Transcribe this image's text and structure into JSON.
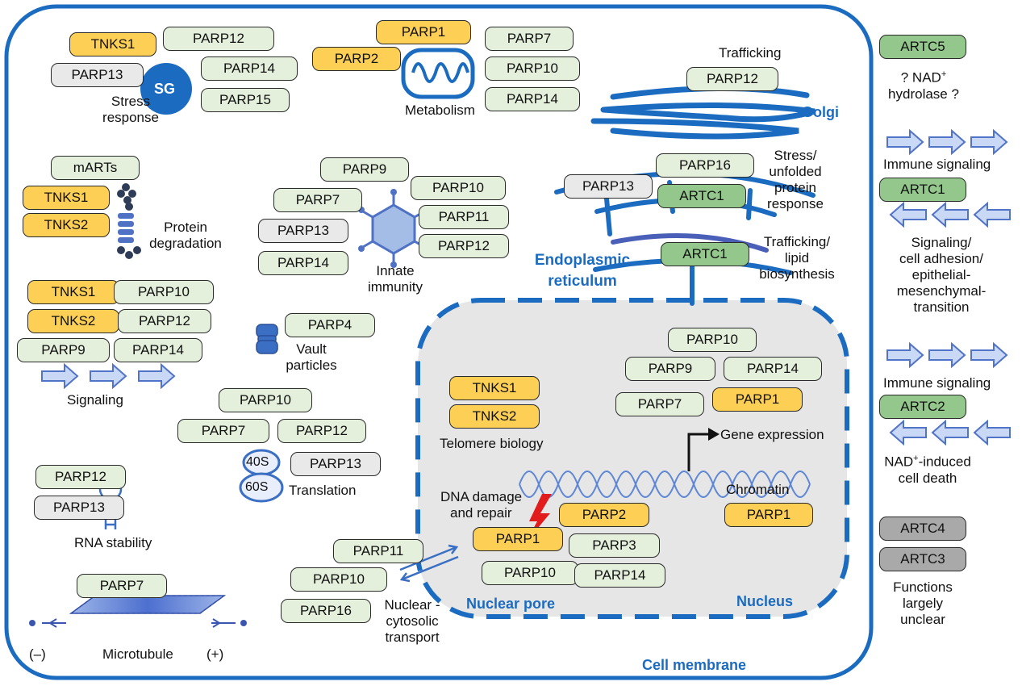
{
  "stress_granule": {
    "core": "SG",
    "caption": [
      "Stress",
      "response"
    ],
    "proteins": [
      "TNKS1",
      "PARP12",
      "PARP13",
      "PARP14",
      "PARP15"
    ]
  },
  "mitochondria": {
    "caption": "Metabolism",
    "proteins": [
      "PARP1",
      "PARP2",
      "PARP7",
      "PARP10",
      "PARP14"
    ]
  },
  "golgi": {
    "name": "Golgi",
    "caption": "Trafficking",
    "proteins": [
      "PARP12"
    ]
  },
  "er": {
    "name": [
      "Endoplasmic",
      "reticulum"
    ],
    "caption_stress": [
      "Stress/",
      "unfolded",
      "protein",
      "response"
    ],
    "caption_traffic": [
      "Trafficking/",
      "lipid",
      "biosynthesis"
    ],
    "proteins": [
      "PARP16",
      "PARP13",
      "ARTC1",
      "ARTC1"
    ]
  },
  "degradation": {
    "caption": [
      "Protein",
      "degradation"
    ],
    "proteins": [
      "mARTs",
      "TNKS1",
      "TNKS2"
    ]
  },
  "innate": {
    "caption": [
      "Innate",
      "immunity"
    ],
    "proteins": [
      "PARP9",
      "PARP7",
      "PARP10",
      "PARP11",
      "PARP13",
      "PARP12",
      "PARP14"
    ]
  },
  "signaling": {
    "caption": "Signaling",
    "proteins": [
      "TNKS1",
      "PARP10",
      "TNKS2",
      "PARP12",
      "PARP9",
      "PARP14"
    ]
  },
  "vault": {
    "caption": [
      "Vault",
      "particles"
    ],
    "proteins": [
      "PARP4"
    ]
  },
  "translation": {
    "caption": "Translation",
    "ribosome": [
      "40S",
      "60S"
    ],
    "proteins": [
      "PARP10",
      "PARP7",
      "PARP12",
      "PARP13"
    ]
  },
  "rna": {
    "caption": "RNA stability",
    "proteins": [
      "PARP12",
      "PARP13"
    ]
  },
  "microtubule": {
    "caption": "Microtubule",
    "minus": "(–)",
    "plus": "(+)",
    "proteins": [
      "PARP7"
    ]
  },
  "transport": {
    "caption": [
      "Nuclear -",
      "cytosolic",
      "transport"
    ],
    "pore": "Nuclear pore",
    "proteins": [
      "PARP11",
      "PARP10",
      "PARP16"
    ]
  },
  "nucleus": {
    "name": "Nucleus",
    "telomere": "Telomere biology",
    "telomere_proteins": [
      "TNKS1",
      "TNKS2"
    ],
    "gene": "Gene expression",
    "gene_proteins": [
      "PARP10",
      "PARP9",
      "PARP14",
      "PARP7",
      "PARP1"
    ],
    "chromatin": "Chromatin",
    "chromatin_proteins": [
      "PARP1"
    ],
    "dna": [
      "DNA damage",
      "and repair"
    ],
    "dna_proteins": [
      "PARP2",
      "PARP1",
      "PARP3",
      "PARP10",
      "PARP14"
    ]
  },
  "cell": {
    "membrane": "Cell membrane"
  },
  "extracellular": {
    "artc5": "ARTC5",
    "artc5_caption": [
      "? NAD",
      "+",
      " hydrolase ?"
    ],
    "immune1": "Immune signaling",
    "artc1": "ARTC1",
    "artc1_caption": [
      "Signaling/",
      "cell adhesion/",
      "epithelial-",
      "mesenchymal-",
      "transition"
    ],
    "immune2": "Immune signaling",
    "artc2": "ARTC2",
    "artc2_caption": [
      "NAD",
      "+",
      "-induced",
      "cell death"
    ],
    "artc4": "ARTC4",
    "artc3": "ARTC3",
    "artc34_caption": [
      "Functions",
      "largely",
      "unclear"
    ]
  },
  "colors": {
    "membrane": "#1b6cc0",
    "tankyrase": "#fdd055",
    "mono_art": "#e4f0dc",
    "inactive": "#e9e9e9",
    "artc": "#93c78c",
    "artc_unknown": "#a9a9a9"
  }
}
